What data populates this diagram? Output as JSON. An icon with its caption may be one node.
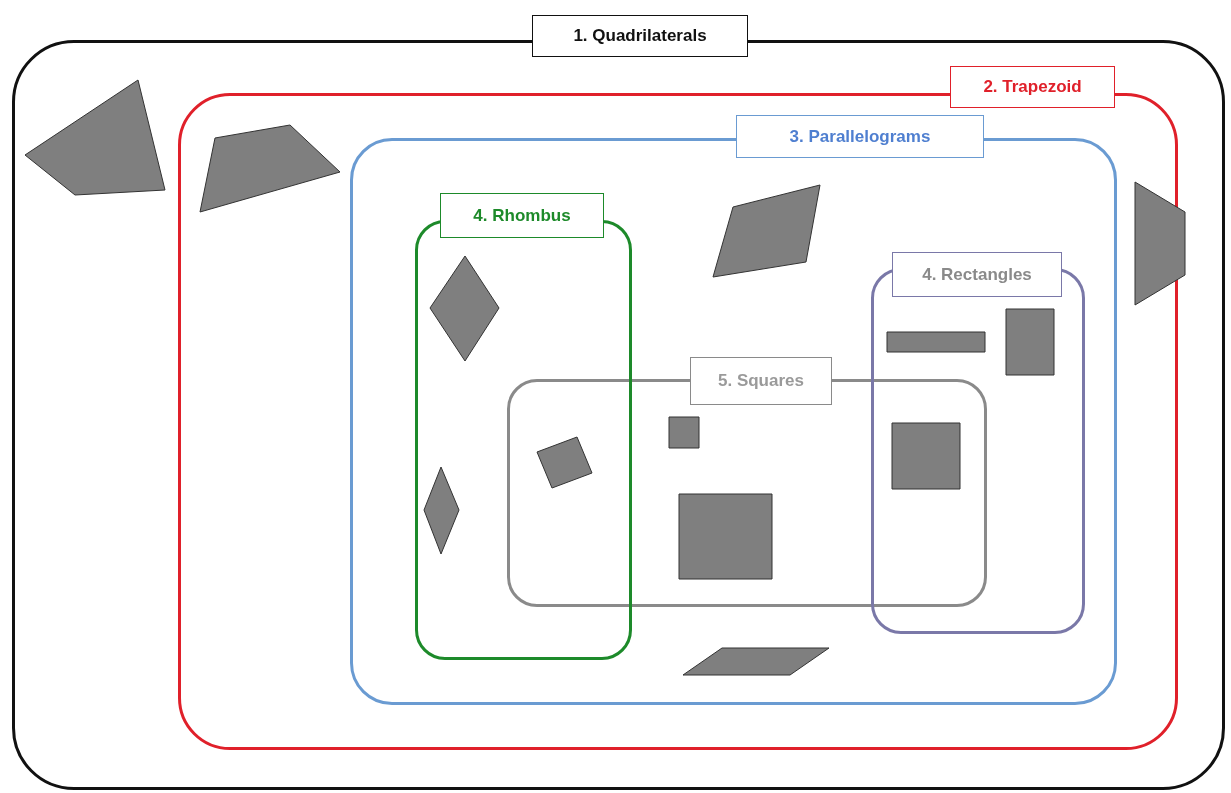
{
  "diagram": {
    "nodes": [
      {
        "text": [
          "1. Quadrilaterals"
        ]
      },
      {
        "text": [
          "2. Trapezoid"
        ],
        "in": 0
      },
      {
        "text": [
          "3. Parallelograms"
        ],
        "in": 1
      },
      {
        "text": [
          "4. Rhombus"
        ],
        "in": 2
      },
      {
        "text": [
          "4. Rectangles"
        ],
        "in": 2
      },
      {
        "text": [
          "5. Squares"
        ],
        "in": 2
      },
      {
        "text": [],
        "shape": "polygon",
        "in": 0
      },
      {
        "text": [],
        "shape": "polygon",
        "in": 1
      },
      {
        "text": [],
        "shape": "polygon",
        "in": 1
      },
      {
        "text": [],
        "shape": "polygon",
        "in": 2
      },
      {
        "text": [],
        "shape": "polygon",
        "in": 2
      },
      {
        "text": [],
        "shape": "polygon",
        "in": 3
      },
      {
        "text": [],
        "shape": "polygon",
        "in": 3
      },
      {
        "text": [],
        "shape": "polygon"
      },
      {
        "text": [],
        "shape": "polygon",
        "in": 5
      },
      {
        "text": [],
        "shape": "polygon",
        "in": 5
      },
      {
        "text": [],
        "shape": "polygon",
        "in": 4
      },
      {
        "text": [],
        "shape": "polygon",
        "in": 4
      },
      {
        "text": [],
        "shape": "polygon"
      }
    ],
    "edges": []
  }
}
